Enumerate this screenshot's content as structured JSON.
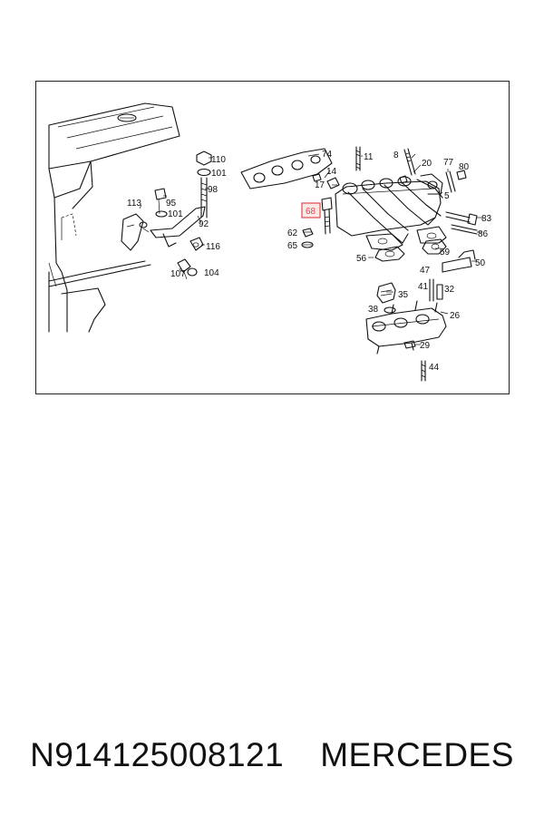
{
  "diagram": {
    "highlight_color": "#e0474c",
    "highlighted_part": "68",
    "labels": {
      "p74": "74",
      "p11": "11",
      "p8": "8",
      "p20": "20",
      "p77": "77",
      "p80": "80",
      "p14": "14",
      "p17": "17",
      "p5": "5",
      "p68": "68",
      "p83": "83",
      "p62": "62",
      "p86": "86",
      "p65": "65",
      "p59": "59",
      "p56": "56",
      "p47": "47",
      "p50": "50",
      "p41": "41",
      "p32": "32",
      "p35": "35",
      "p38": "38",
      "p26": "26",
      "p29": "29",
      "p44": "44",
      "p110": "110",
      "p101a": "101",
      "p98": "98",
      "p95": "95",
      "p101b": "101",
      "p113": "113",
      "p92": "92",
      "p116": "116",
      "p107": "107",
      "p104": "104"
    }
  },
  "caption": {
    "part_number": "N914125008121",
    "brand": "MERCEDES"
  }
}
